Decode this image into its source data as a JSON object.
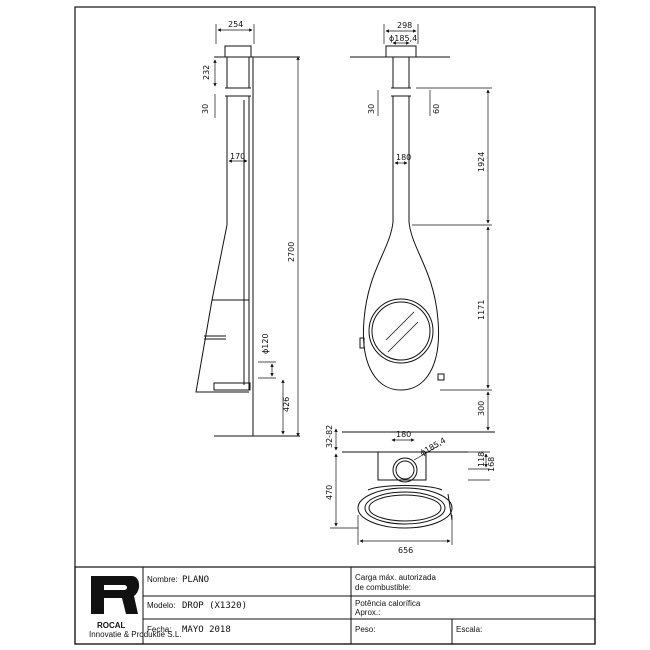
{
  "dimensions": {
    "side_width_top": "254",
    "side_232": "232",
    "side_30": "30",
    "side_170": "170",
    "side_2700": "2700",
    "side_phi120": "ϕ120",
    "side_426": "426",
    "front_298": "298",
    "front_phi185": "ϕ185,4",
    "front_30": "30",
    "front_60": "60",
    "front_180": "180",
    "front_1924": "1924",
    "front_1171": "1171",
    "front_300": "300",
    "plan_32_82": "32-82",
    "plan_180": "180",
    "plan_phi185": "ϕ185,4",
    "plan_118": "118",
    "plan_168": "168",
    "plan_470": "470",
    "plan_656": "656"
  },
  "title_block": {
    "logo_text": "ROCAL",
    "logo_sub": "Innovatie & Produktie S.L.",
    "nombre_label": "Nombre:",
    "nombre_value": "PLANO",
    "modelo_label": "Modelo:",
    "modelo_value": "DROP (X1320)",
    "fecha_label": "Fecha:",
    "fecha_value": "MAYO 2018",
    "carga_label": "Carga máx. autorizada de combustible:",
    "carga_line1": "Carga máx. autorizada",
    "carga_line2": "de combustible:",
    "potencia_line1": "Potência calorífica",
    "potencia_line2": "Aprox.:",
    "peso_label": "Peso:",
    "escala_label": "Escala:"
  }
}
